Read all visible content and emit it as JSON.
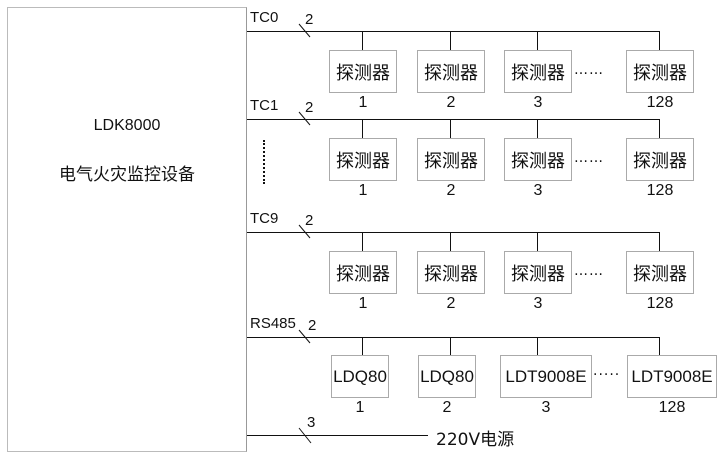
{
  "controller": {
    "model": "LDK8000",
    "name": "电气火灾监控设备"
  },
  "buses": [
    {
      "label": "TC0",
      "wires": "2",
      "devices": [
        {
          "name": "探测器",
          "no": "1"
        },
        {
          "name": "探测器",
          "no": "2"
        },
        {
          "name": "探测器",
          "no": "3"
        },
        {
          "name": "探测器",
          "no": "128"
        }
      ],
      "ellipsis": "……"
    },
    {
      "label": "TC1",
      "wires": "2",
      "devices": [
        {
          "name": "探测器",
          "no": "1"
        },
        {
          "name": "探测器",
          "no": "2"
        },
        {
          "name": "探测器",
          "no": "3"
        },
        {
          "name": "探测器",
          "no": "128"
        }
      ],
      "ellipsis": "……"
    },
    {
      "label": "TC9",
      "wires": "2",
      "devices": [
        {
          "name": "探测器",
          "no": "1"
        },
        {
          "name": "探测器",
          "no": "2"
        },
        {
          "name": "探测器",
          "no": "3"
        },
        {
          "name": "探测器",
          "no": "128"
        }
      ],
      "ellipsis": "……"
    },
    {
      "label": "RS485",
      "wires": "2",
      "devices": [
        {
          "name": "LDQ80",
          "no": "1"
        },
        {
          "name": "LDQ80",
          "no": "2"
        },
        {
          "name": "LDT9008E",
          "no": "3"
        },
        {
          "name": "LDT9008E",
          "no": "128"
        }
      ],
      "ellipsis": "·····"
    }
  ],
  "power": {
    "wires": "3",
    "label": "220V电源"
  }
}
